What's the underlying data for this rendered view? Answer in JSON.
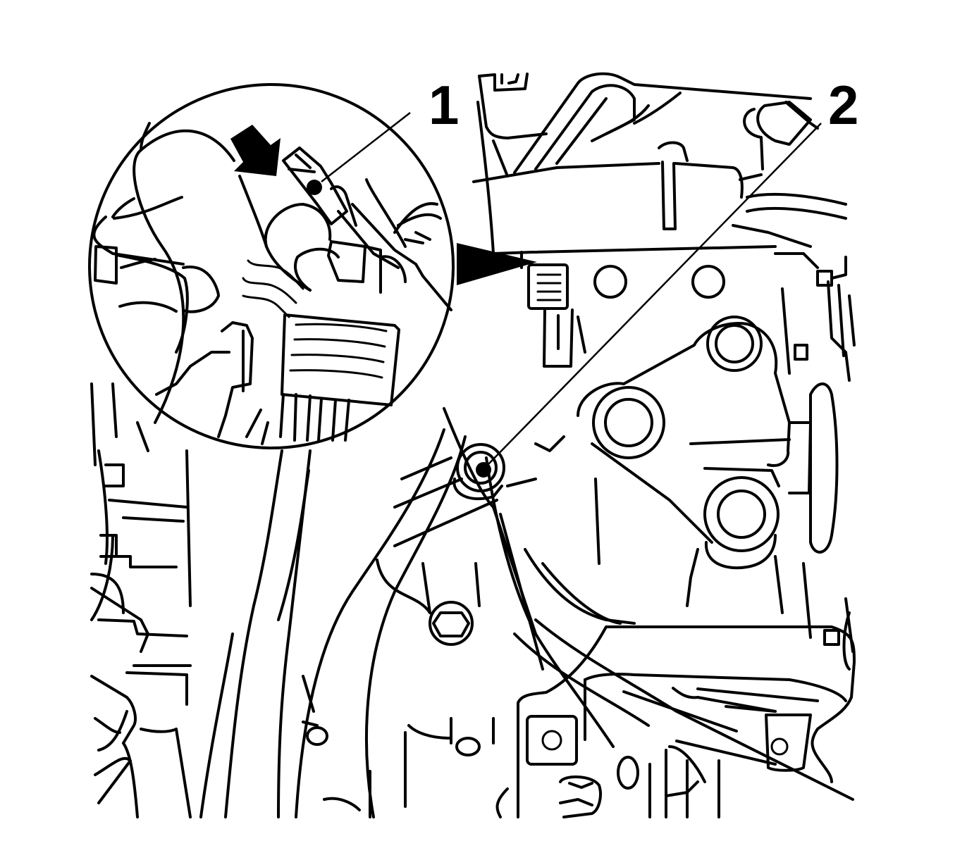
{
  "figure": {
    "type": "service-manual line illustration",
    "background": "#ffffff",
    "stroke_color": "#000000",
    "callouts": [
      {
        "id": "1",
        "label": "1",
        "target": "connector locking tab (detail view)"
      },
      {
        "id": "2",
        "label": "2",
        "target": "torx bolt"
      }
    ],
    "detail_view": {
      "shape": "circle",
      "indicator": "arrow-down-right",
      "pointer": "triangle-right"
    }
  }
}
